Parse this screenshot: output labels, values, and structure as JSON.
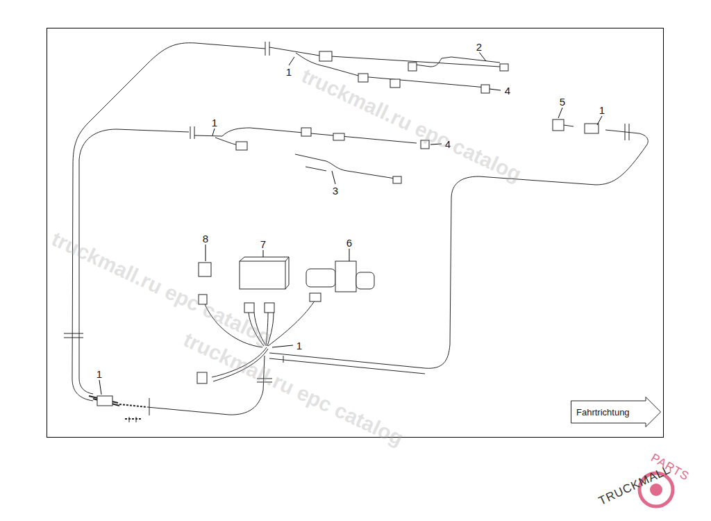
{
  "diagram": {
    "nodes": [
      {
        "text": [
          "Fahrtrichtung"
        ]
      }
    ],
    "labels": [
      "2",
      "1",
      "4",
      "5",
      "1",
      "1",
      "4",
      "3",
      "8",
      "7",
      "6",
      "1",
      "1",
      "truckmall.ru epc catalog",
      "truckmall.ru epc catalog",
      "truckmall.ru epc catalog",
      "TRUCKMALL",
      "PARTS"
    ]
  }
}
